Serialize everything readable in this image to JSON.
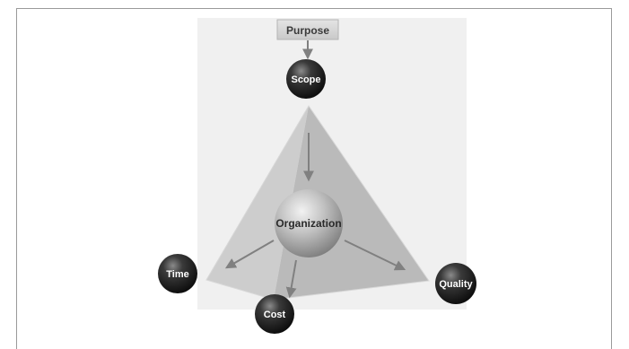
{
  "diagram": {
    "purpose_label": "Purpose",
    "nodes": {
      "scope": "Scope",
      "organization": "Organization",
      "time": "Time",
      "cost": "Cost",
      "quality": "Quality"
    }
  }
}
